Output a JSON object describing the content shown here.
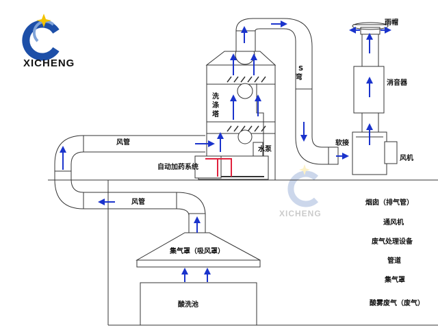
{
  "brand": {
    "name": "XICHENG",
    "watermark": "XICHENG"
  },
  "labels": {
    "rain_cap": "雨帽",
    "muffler": "消音器",
    "fan": "风机",
    "soft_joint": "软接",
    "s_bend_1": "S",
    "s_bend_2": "弯",
    "tower_1": "洗",
    "tower_2": "涤",
    "tower_3": "塔",
    "duct_upper": "风管",
    "duct_lower": "风管",
    "water_pump": "水泵",
    "auto_dosing": "自动加药系统",
    "hood": "集气罩（吸风罩）",
    "pickling_tank": "酸洗池"
  },
  "legend": [
    "烟囱（排气管）",
    "通风机",
    "废气处理设备",
    "管道",
    "集气罩",
    "酸雾废气（废气）"
  ],
  "colors": {
    "arrow": "#1a33cc",
    "dosing_pipe": "#e0203c",
    "logo_blue": "#1d4fa8",
    "logo_yellow": "#f2c200"
  }
}
